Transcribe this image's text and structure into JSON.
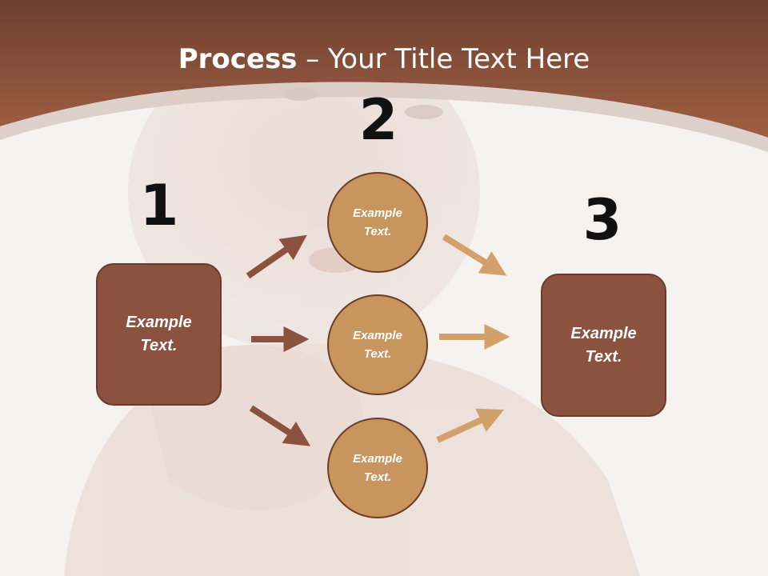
{
  "title": {
    "bold": "Process",
    "rest": " – Your Title Text Here"
  },
  "steps": [
    {
      "number": "1",
      "label": "Example\nText."
    },
    {
      "number": "2",
      "label": ""
    },
    {
      "number": "3",
      "label": "Example\nText."
    }
  ],
  "nodes": {
    "top": "Example\nText.",
    "middle": "Example\nText.",
    "bottom": "Example\nText."
  },
  "colors": {
    "header": "#8b5240",
    "box": "#8b5240",
    "circle": "#c9955f",
    "arrow_in": "#8b5240",
    "arrow_out": "#d2a06a"
  }
}
